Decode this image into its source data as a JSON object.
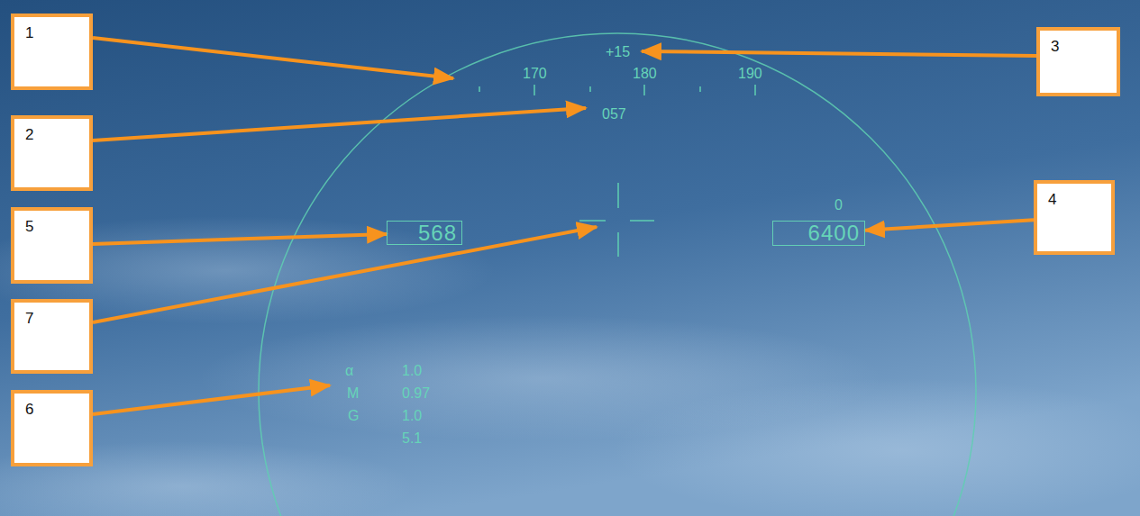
{
  "diagram": {
    "nodes": [
      {
        "text": [
          "1"
        ]
      },
      {
        "text": [
          "3"
        ]
      },
      {
        "text": [
          "2"
        ]
      },
      {
        "text": [
          "5"
        ]
      },
      {
        "text": [
          "568"
        ]
      },
      {
        "text": [
          "6400"
        ]
      },
      {
        "text": [
          "4"
        ]
      },
      {
        "text": [
          "7"
        ]
      },
      {
        "text": [
          "6"
        ]
      }
    ],
    "edges": [
      {
        "from": 3,
        "to": 4,
        "arrow": "to"
      },
      {
        "from": 6,
        "to": 5,
        "arrow": "to"
      }
    ],
    "labels": [
      "+15",
      "170",
      "180",
      "190",
      "057",
      "0",
      "α",
      "1.0",
      "M",
      "0.97",
      "G",
      "1.0",
      "5.1"
    ]
  }
}
